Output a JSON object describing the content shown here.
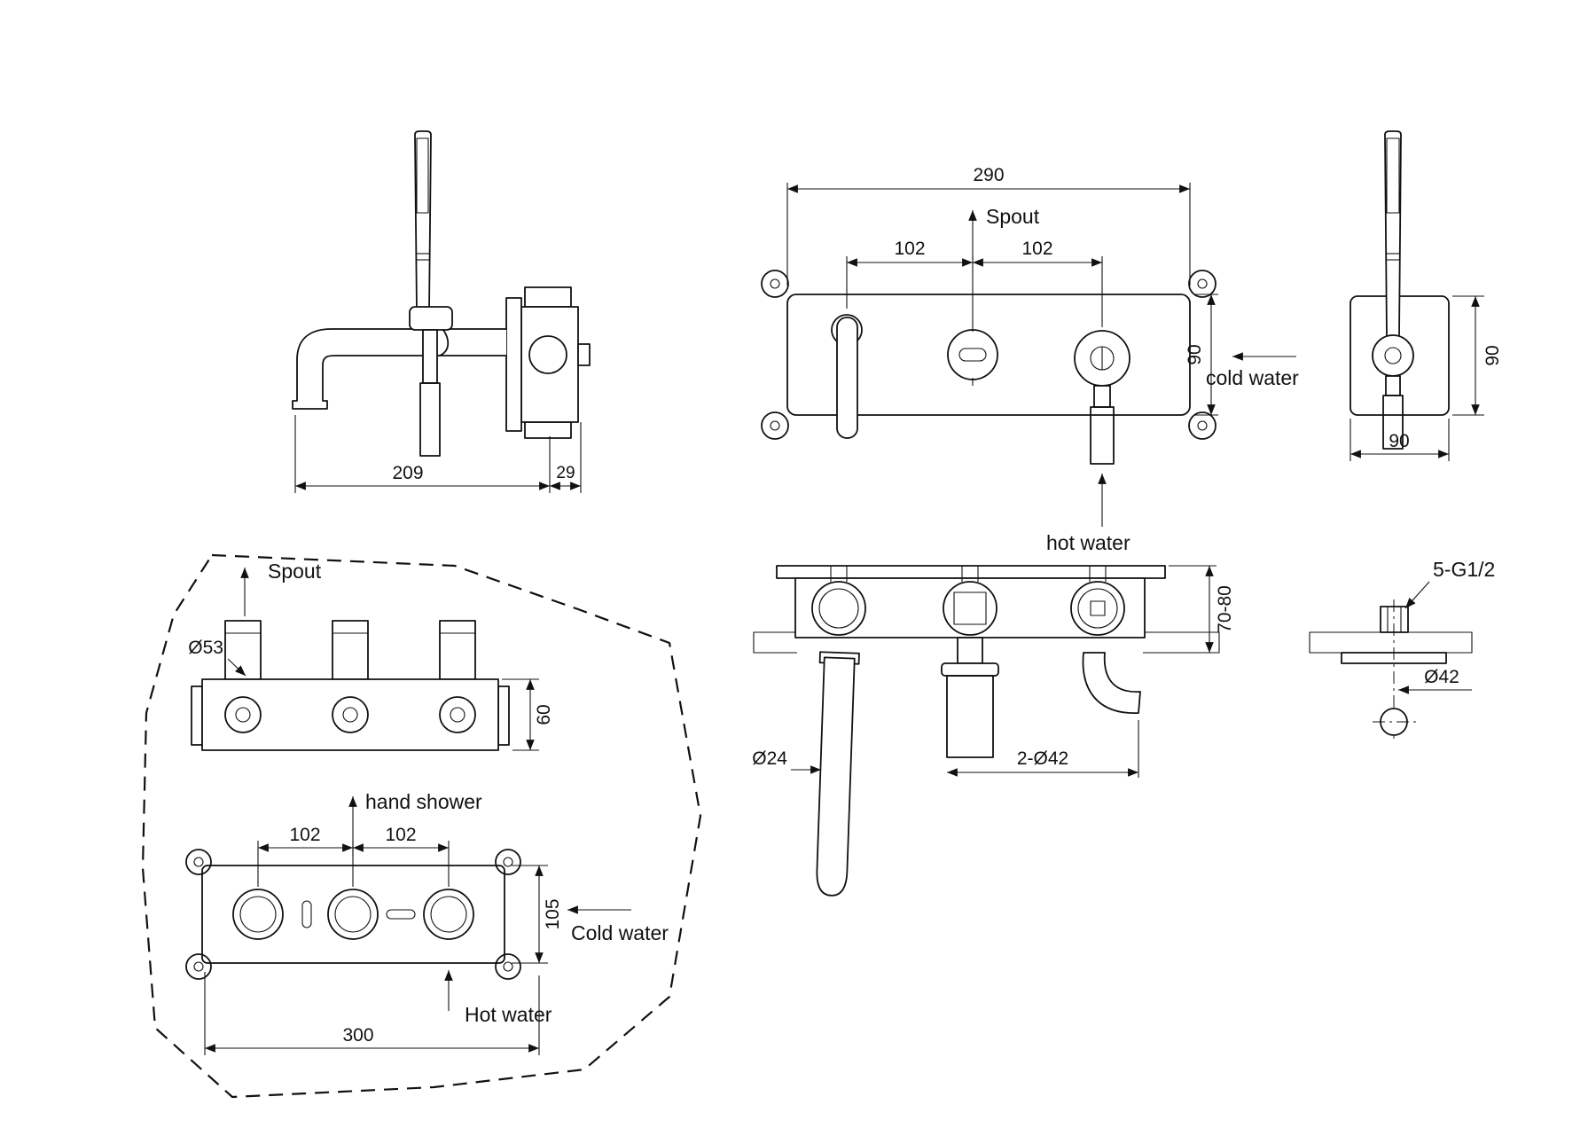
{
  "accents": {
    "line": "#111111",
    "background": "#ffffff"
  },
  "drawing": {
    "bath_side": {
      "dim_spout_reach": "209",
      "dim_plate_depth": "29"
    },
    "trim_front": {
      "label_spout": "Spout",
      "label_cold_water": "cold water",
      "label_hot_water": "hot water",
      "dim_width": "290",
      "dim_spacing_left": "102",
      "dim_spacing_right": "102",
      "dim_height": "90"
    },
    "handshower_side": {
      "dim_height": "90",
      "dim_width": "90"
    },
    "section": {
      "dim_depth": "70-80",
      "dim_spout_dia": "Ø24",
      "dim_holes": "2-Ø42",
      "label_thread": "5-G1/2",
      "dim_outlet_dia": "Ø42"
    },
    "rough_in": {
      "label_spout": "Spout",
      "dim_spout_dia": "Ø53",
      "dim_body_depth": "60",
      "label_hand_shower": "hand shower",
      "dim_spacing_left": "102",
      "dim_spacing_right": "102",
      "dim_body_height": "105",
      "label_cold_water": "Cold water",
      "label_hot_water": "Hot water",
      "dim_body_width": "300"
    }
  }
}
